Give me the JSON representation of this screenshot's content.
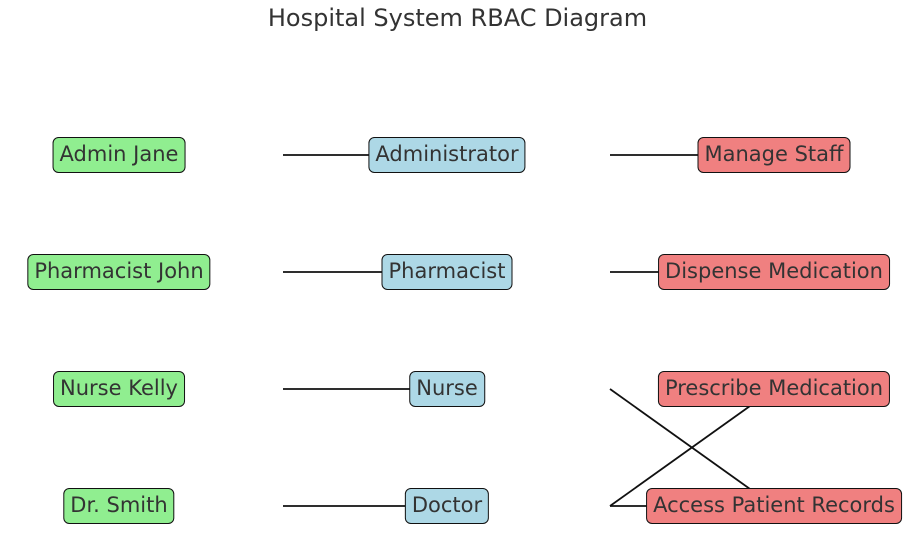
{
  "title": "Hospital System RBAC Diagram",
  "colors": {
    "user": "#90ee90",
    "role": "#add8e6",
    "permission": "#f08080",
    "edge": "#111111"
  },
  "users": [
    "Admin Jane",
    "Pharmacist John",
    "Nurse Kelly",
    "Dr. Smith"
  ],
  "roles": [
    "Administrator",
    "Pharmacist",
    "Nurse",
    "Doctor"
  ],
  "permissions": [
    "Manage Staff",
    "Dispense Medication",
    "Prescribe Medication",
    "Access Patient Records"
  ],
  "user_role_edges": [
    [
      "Admin Jane",
      "Administrator"
    ],
    [
      "Pharmacist John",
      "Pharmacist"
    ],
    [
      "Nurse Kelly",
      "Nurse"
    ],
    [
      "Dr. Smith",
      "Doctor"
    ]
  ],
  "role_permission_edges": [
    [
      "Administrator",
      "Manage Staff"
    ],
    [
      "Pharmacist",
      "Dispense Medication"
    ],
    [
      "Nurse",
      "Access Patient Records"
    ],
    [
      "Doctor",
      "Prescribe Medication"
    ],
    [
      "Doctor",
      "Access Patient Records"
    ]
  ]
}
